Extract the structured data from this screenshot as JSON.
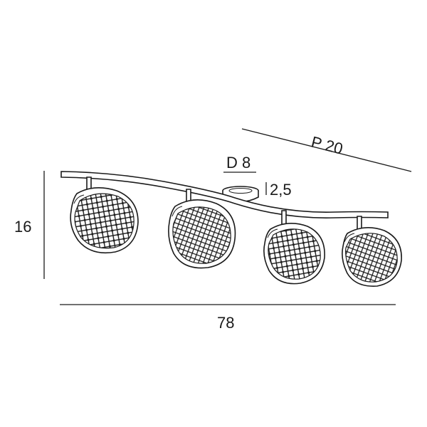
{
  "dimensions": {
    "width_label": "78",
    "height_label": "16",
    "depth_label": "P 20",
    "base_diameter_label": "D 8",
    "base_height_label": "2,5"
  },
  "spotlights": [
    {
      "name": "spot-1"
    },
    {
      "name": "spot-2"
    },
    {
      "name": "spot-3"
    },
    {
      "name": "spot-4"
    }
  ]
}
